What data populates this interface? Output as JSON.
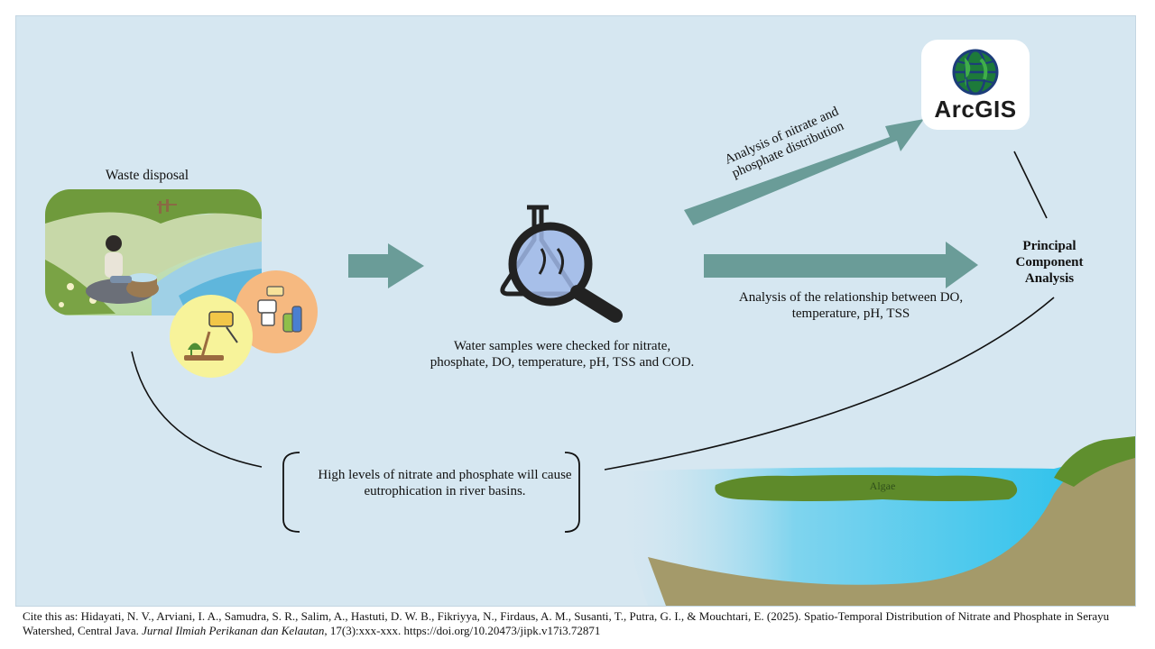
{
  "diagram": {
    "waste_label": "Waste disposal",
    "samples_text": "Water samples were checked for nitrate, phosphate, DO, temperature, pH, TSS and COD.",
    "nitrate_distribution": "Analysis of nitrate and phosphate distribution",
    "relationship_text": "Analysis of the relationship between DO, temperature, pH, TSS",
    "pca_text": "Principal Component Analysis",
    "arcgis_label": "ArcGIS",
    "eutrophication_text": "High levels of nitrate and phosphate will cause eutrophication in river basins.",
    "algae_label": "Algae"
  },
  "citation": {
    "prefix": "Cite this as: Hidayati, N. V., Arviani, I. A., Samudra, S. R., Salim, A., Hastuti, D. W. B., Fikriyya, N., Firdaus, A. M., Susanti, T., Putra, G. I., & Mouchtari, E. (2025). Spatio-Temporal Distribution of Nitrate and Phosphate in Serayu Watershed, Central Java. ",
    "journal": "Jurnal Ilmiah Perikanan dan Kelautan",
    "suffix": ", 17(3):xxx-xxx. https://doi.org/10.20473/jipk.v17i3.72871"
  },
  "colors": {
    "background": "#d6e7f1",
    "arrow": "#6a9c98",
    "water": "#2ec3ec",
    "grass": "#5f8f2e",
    "soil": "#a49a6a",
    "algae": "#5e8a2a"
  }
}
